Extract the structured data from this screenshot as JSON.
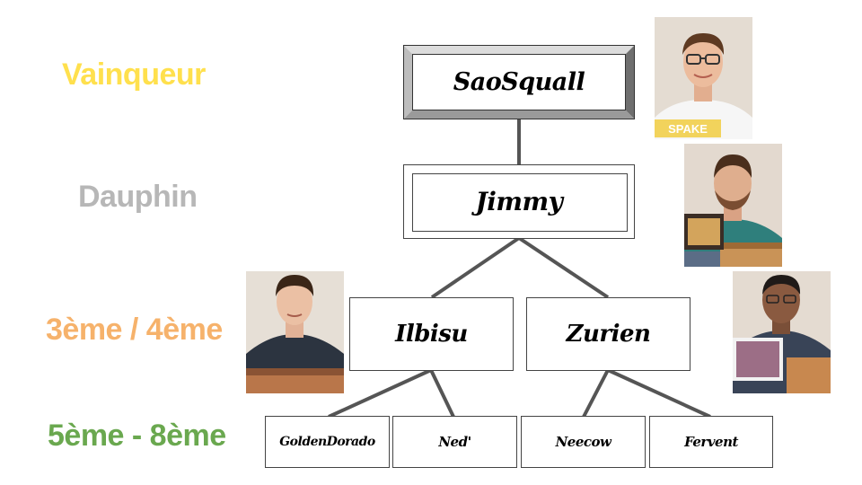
{
  "ranks": {
    "winner": "Vainqueur",
    "runner_up": "Dauphin",
    "third_fourth": "3ème / 4ème",
    "fifth_eighth": "5ème - 8ème"
  },
  "rank_colors": {
    "winner": "#ffe04d",
    "runner_up": "#b7b7b7",
    "third_fourth": "#f6b26b",
    "fifth_eighth": "#6aa84f"
  },
  "bracket": {
    "winner": "SaoSquall",
    "runner_up": "Jimmy",
    "semifinalists": [
      "Ilbisu",
      "Zurien"
    ],
    "quarterfinalists": [
      "GoldenDorado",
      "Ned'",
      "Neecow",
      "Fervent"
    ]
  },
  "photos": {
    "winner_shirt_text": "SPAKE"
  }
}
